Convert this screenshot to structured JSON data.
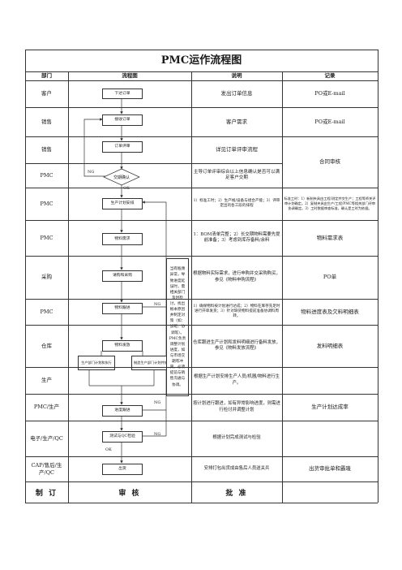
{
  "title": "PMC运作流程图",
  "headers": {
    "dept": "部门",
    "flow": "流程图",
    "desc": "说明",
    "record": "记录"
  },
  "rows": [
    {
      "dept": "客户",
      "desc": "发出订单信息",
      "record": "PO或E-mail"
    },
    {
      "dept": "销售",
      "desc": "客户需求",
      "record": "PO或E-mail"
    },
    {
      "dept": "销售",
      "desc": "详见订单评审流程",
      "record": "合同审核"
    },
    {
      "dept": "PMC",
      "desc": "主导订单评审综合以上信息确认是否可以满足客户交期",
      "record": ""
    },
    {
      "dept": "PMC",
      "desc": "1）标准工时；2）生产线/设备与组合产能；3）评审定出的各工段的排程",
      "record": "标准工时：1）新制夹具由工程/测定并交生产；工程等师关评审计划确定。2）复制夹具由生产/工程/PMC等相关部门评审协调确定。3）工时数据审查标准，确认是工时为依据。"
    },
    {
      "dept": "PMC",
      "desc": "1：BOM清单完整；2）长交期物料需要先提前准备；3）考虑到库存备料/余料",
      "record": "物料需求表"
    },
    {
      "dept": "采购",
      "desc": "根据物料实际需求，进行申购并交采购购买，参见《物料申购流程》",
      "record": "PO单"
    },
    {
      "dept": "PMC",
      "desc": "1）确保物料按计划进行达成；2）物料在库存充足时进行开单发货；3）针对缺货物料提前准备协调料周转。",
      "record": "物料进度表及欠料明细表"
    },
    {
      "dept": "仓库",
      "desc": "仓库跟进生产计划和发料明细进行备料发放，参见《物料发放流程》",
      "record": "发料明细表"
    },
    {
      "dept": "生产",
      "desc": "根据生产计划安排生产人员/机器/物料进行生产。",
      "record": ""
    },
    {
      "dept": "PMC/生产",
      "desc": "按计划进行跟进，如有异常影响进度，则需进行检讨并调整计划",
      "record": "生产计划达成率"
    },
    {
      "dept": "电子/生产/QC",
      "desc": "根据计划完成测试与检验",
      "record": ""
    },
    {
      "dept": "CAP/售后/生产/QC",
      "desc": "安排打包出货成由售后人员送关兵",
      "record": "出货审批单和霸唛"
    }
  ],
  "flow": {
    "boxes": [
      "下达订单",
      "接收订单",
      "订单评审",
      "生产计划安排",
      "物料需求",
      "请购和采购",
      "物料跟进",
      "物料发放",
      "生产部门计划和执行",
      "制造生产部门计划并执行",
      "进度跟进",
      "测试与QC检验",
      "出货"
    ],
    "diamond": "交期确认",
    "side_note": "当有瓶颈异常，导致进度延误时，需相关部门及时检讨，找出根本原因并制定对策（如：加班、协调等）。PMC负责调整计划进度，如与市场交期有冲突，必须提前与销售沟通与协调。",
    "ng": "NG",
    "ok": "OK"
  },
  "footer": {
    "make": "制 订",
    "review": "审 核",
    "approve": "批 准"
  }
}
